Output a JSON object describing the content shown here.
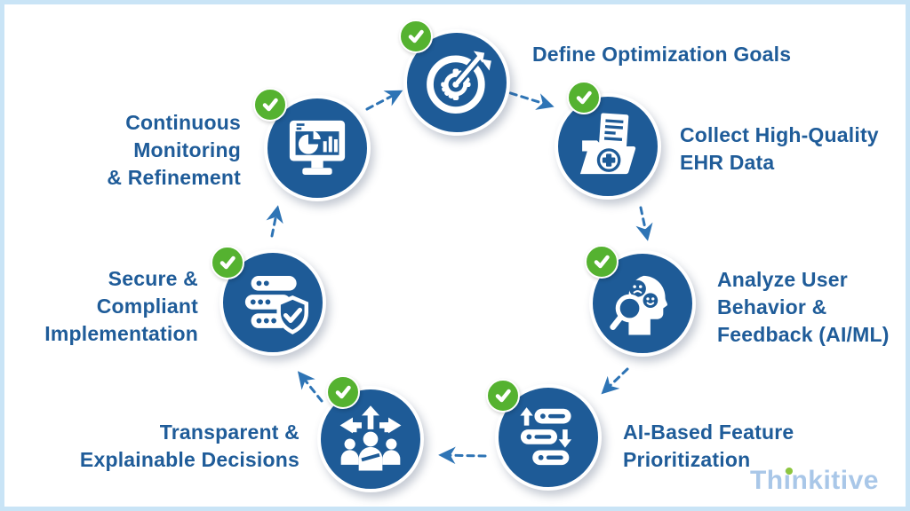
{
  "diagram": {
    "type": "circular-process",
    "colors": {
      "circle_blue": "#1e5b97",
      "text_blue": "#1f5c99",
      "arrow_blue": "#2e74b5",
      "check_green": "#55b230",
      "frame_light_blue": "#c9e4f6",
      "logo_light_blue": "#a9c7e8",
      "logo_green": "#8dc63f"
    },
    "steps": [
      {
        "label": "Define Optimization Goals",
        "lines": [
          "Define Optimization Goals"
        ],
        "icon": "target-goals-icon",
        "checked": true
      },
      {
        "label": "Collect High-Quality EHR Data",
        "lines": [
          "Collect High-Quality",
          "EHR Data"
        ],
        "icon": "ehr-folder-icon",
        "checked": true
      },
      {
        "label": "Analyze User Behavior & Feedback (AI/ML)",
        "lines": [
          "Analyze User",
          "Behavior &",
          "Feedback (AI/ML)"
        ],
        "icon": "user-behavior-analysis-icon",
        "checked": true
      },
      {
        "label": "AI-Based Feature Prioritization",
        "lines": [
          "AI-Based Feature",
          "Prioritization"
        ],
        "icon": "feature-priority-list-icon",
        "checked": true
      },
      {
        "label": "Transparent & Explainable Decisions",
        "lines": [
          "Transparent &",
          "Explainable Decisions"
        ],
        "icon": "decision-paths-people-icon",
        "checked": true
      },
      {
        "label": "Secure & Compliant Implementation",
        "lines": [
          "Secure &",
          "Compliant",
          "Implementation"
        ],
        "icon": "secure-server-shield-icon",
        "checked": true
      },
      {
        "label": "Continuous Monitoring & Refinement",
        "lines": [
          "Continuous",
          "Monitoring",
          "& Refinement"
        ],
        "icon": "monitoring-dashboard-icon",
        "checked": true
      }
    ]
  },
  "logo": {
    "text": "Thinkitive"
  }
}
